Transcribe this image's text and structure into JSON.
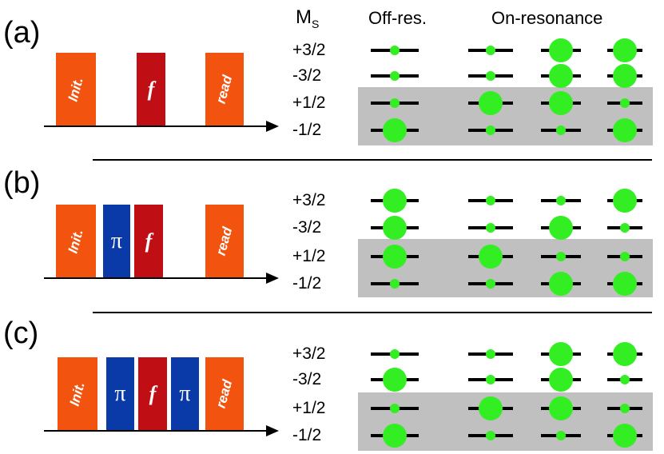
{
  "header": {
    "ms_label": "M",
    "ms_sub": "S",
    "off_res": "Off-res.",
    "on_res": "On-resonance"
  },
  "colors": {
    "init_pulse": "#f25410",
    "f_pulse": "#c00f14",
    "pi_pulse": "#0a3aa8",
    "population_dot": "#33ee22",
    "shade": "#c0c0c0"
  },
  "pulse_text": {
    "init": "Init.",
    "f": "f",
    "pi": "π",
    "read": "read"
  },
  "ms_levels": [
    "+3/2",
    "-3/2",
    "+1/2",
    "-1/2"
  ],
  "panels": [
    {
      "label": "(a)",
      "sequence": [
        "init",
        "f",
        "read"
      ],
      "populations": [
        [
          "small",
          "small",
          "large",
          "large"
        ],
        [
          "small",
          "small",
          "large",
          "large"
        ],
        [
          "small",
          "large",
          "large",
          "small"
        ],
        [
          "large",
          "small",
          "small",
          "large"
        ]
      ]
    },
    {
      "label": "(b)",
      "sequence": [
        "init",
        "pi",
        "f",
        "read"
      ],
      "populations": [
        [
          "large",
          "small",
          "small",
          "large"
        ],
        [
          "large",
          "small",
          "large",
          "small"
        ],
        [
          "large",
          "large",
          "small",
          "small"
        ],
        [
          "small",
          "small",
          "large",
          "large"
        ]
      ]
    },
    {
      "label": "(c)",
      "sequence": [
        "init",
        "pi",
        "f",
        "pi",
        "read"
      ],
      "populations": [
        [
          "small",
          "small",
          "large",
          "large"
        ],
        [
          "large",
          "small",
          "large",
          "small"
        ],
        [
          "small",
          "large",
          "large",
          "small"
        ],
        [
          "large",
          "small",
          "small",
          "large"
        ]
      ]
    }
  ]
}
